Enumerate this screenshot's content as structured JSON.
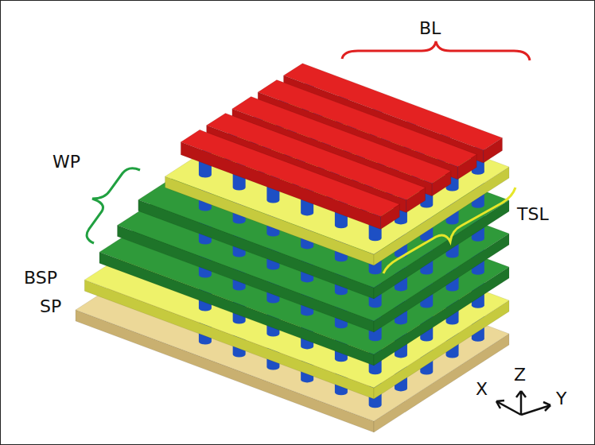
{
  "diagram": {
    "labels": [
      "BL",
      "WP",
      "TSL",
      "BSP",
      "SP",
      "X",
      "Z",
      "Y"
    ]
  }
}
